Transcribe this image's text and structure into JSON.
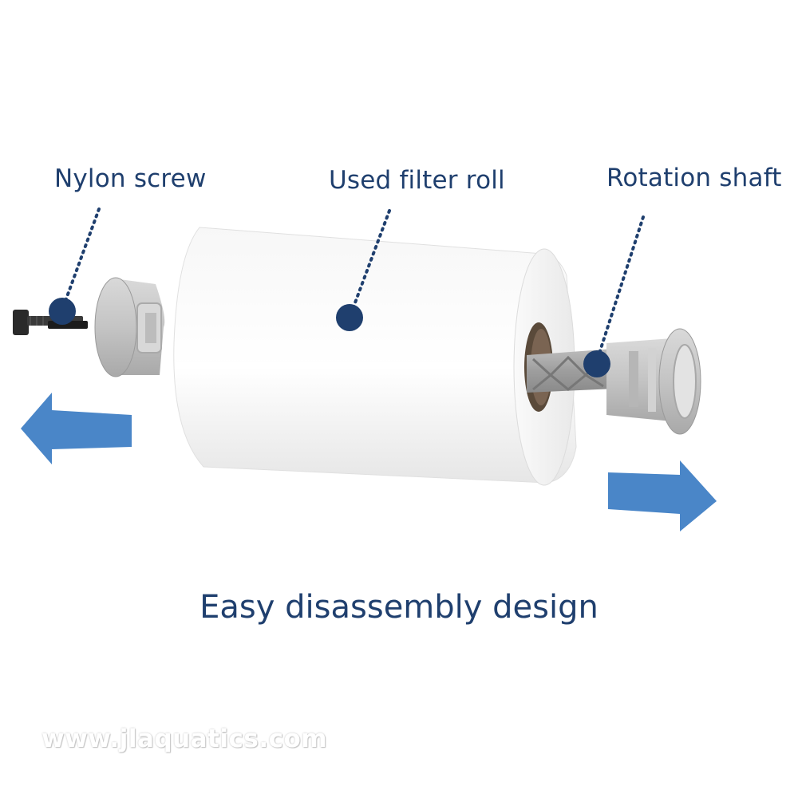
{
  "labels": {
    "nylon_screw": "Nylon screw",
    "filter_roll": "Used filter roll",
    "rotation_shaft": "Rotation shaft"
  },
  "caption": "Easy disassembly design",
  "watermark": "www.jlaquatics.com",
  "colors": {
    "label_text": "#1f3f6e",
    "marker_dot": "#1f3f6e",
    "arrow_fill": "#4a86c8",
    "roll": "#f2f2f2",
    "plastic_part": "#c8c8c8",
    "screw": "#2a2a2a"
  },
  "icons": {
    "left_arrow": "arrow-left-icon",
    "right_arrow": "arrow-right-icon"
  }
}
